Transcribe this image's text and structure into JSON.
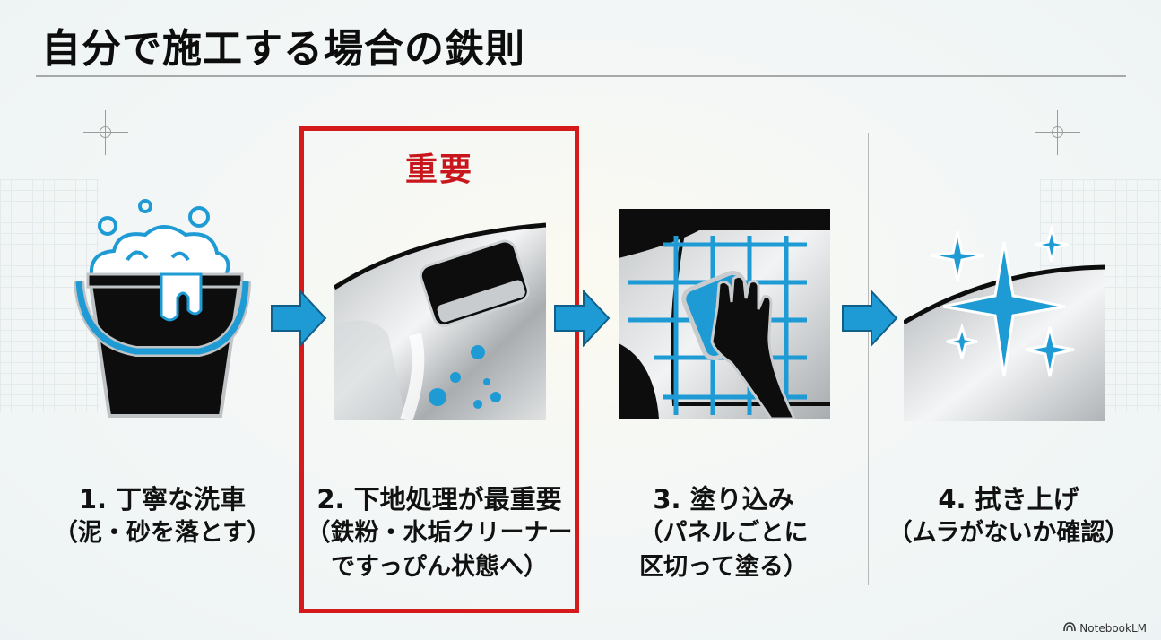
{
  "slide": {
    "title": "自分で施工する場合の鉄則",
    "highlight_label": "重要",
    "accent_color": "#1e9bd4",
    "highlight_color": "#d41a1a"
  },
  "steps": [
    {
      "number": "1.",
      "title": "丁寧な洗車",
      "detail_lines": [
        "（泥・砂を落とす）"
      ],
      "icon": "bucket-with-suds-icon"
    },
    {
      "number": "2.",
      "title": "下地処理が最重要",
      "detail_lines": [
        "（鉄粉・水垢クリーナー",
        "ですっぴん状態へ）"
      ],
      "icon": "clay-bar-on-car-panel-icon",
      "highlighted": true
    },
    {
      "number": "3.",
      "title": "塗り込み",
      "detail_lines": [
        "（パネルごとに",
        "区切って塗る）"
      ],
      "icon": "gloved-hand-applying-grid-icon"
    },
    {
      "number": "4.",
      "title": "拭き上げ",
      "detail_lines": [
        "（ムラがないか確認）"
      ],
      "icon": "sparkle-shine-icon"
    }
  ],
  "footer": {
    "watermark": "NotebookLM"
  }
}
